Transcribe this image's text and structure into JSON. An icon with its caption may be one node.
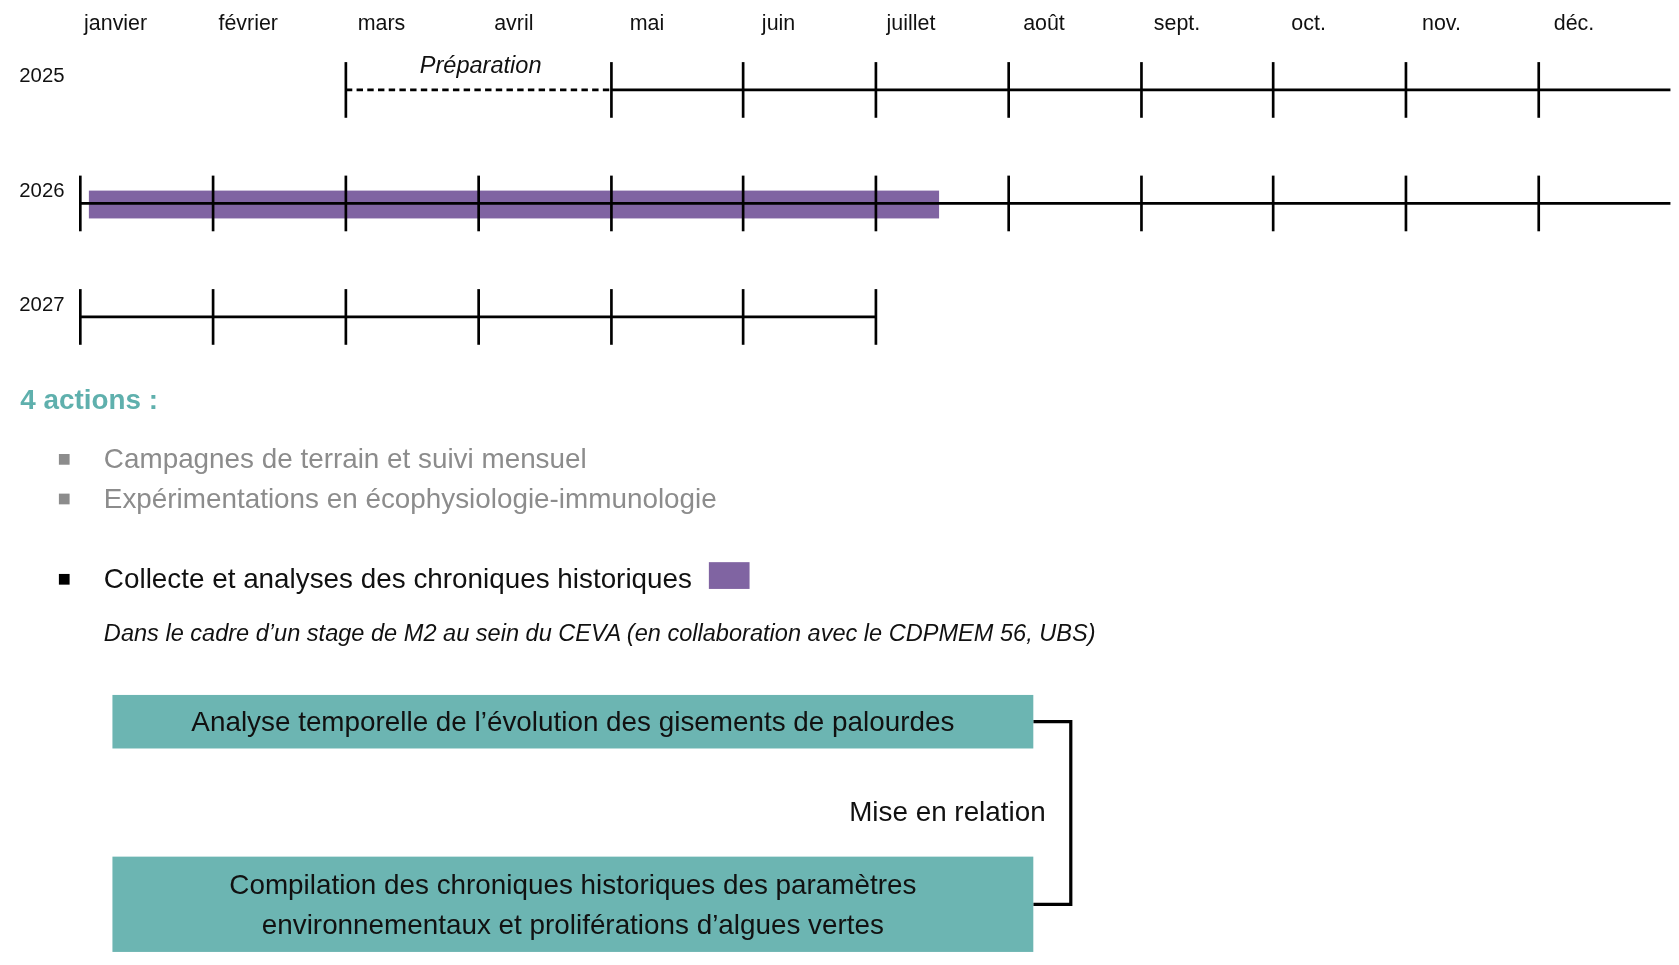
{
  "diagram": {
    "nodes": [
      {
        "text": [
          "Analyse temporelle de l’évolution des gisements de palourdes"
        ]
      },
      {
        "text": [
          "Compilation des chroniques historiques des paramètres environnementaux et proliférations d’algues vertes"
        ]
      }
    ],
    "edges": [
      {
        "from": 0,
        "to": 1,
        "arrow": "none",
        "label": "Mise en relation"
      }
    ],
    "labels": [
      "janvier",
      "février",
      "mars",
      "avril",
      "mai",
      "juin",
      "juillet",
      "août",
      "sept.",
      "oct.",
      "nov.",
      "déc.",
      "2025",
      "Préparation",
      "2026",
      "2027",
      "4 actions :",
      "Campagnes de terrain et suivi mensuel",
      "Expérimentations en écophysiologie-immunologie",
      "Dans le cadre d’un stage de M2 au sein du CEVA (en collaboration avec le CDPMEM 56, UBS)"
    ],
    "legend": [
      {
        "text": "Collecte et analyses des chroniques historiques",
        "color": "#8064a2"
      }
    ]
  }
}
